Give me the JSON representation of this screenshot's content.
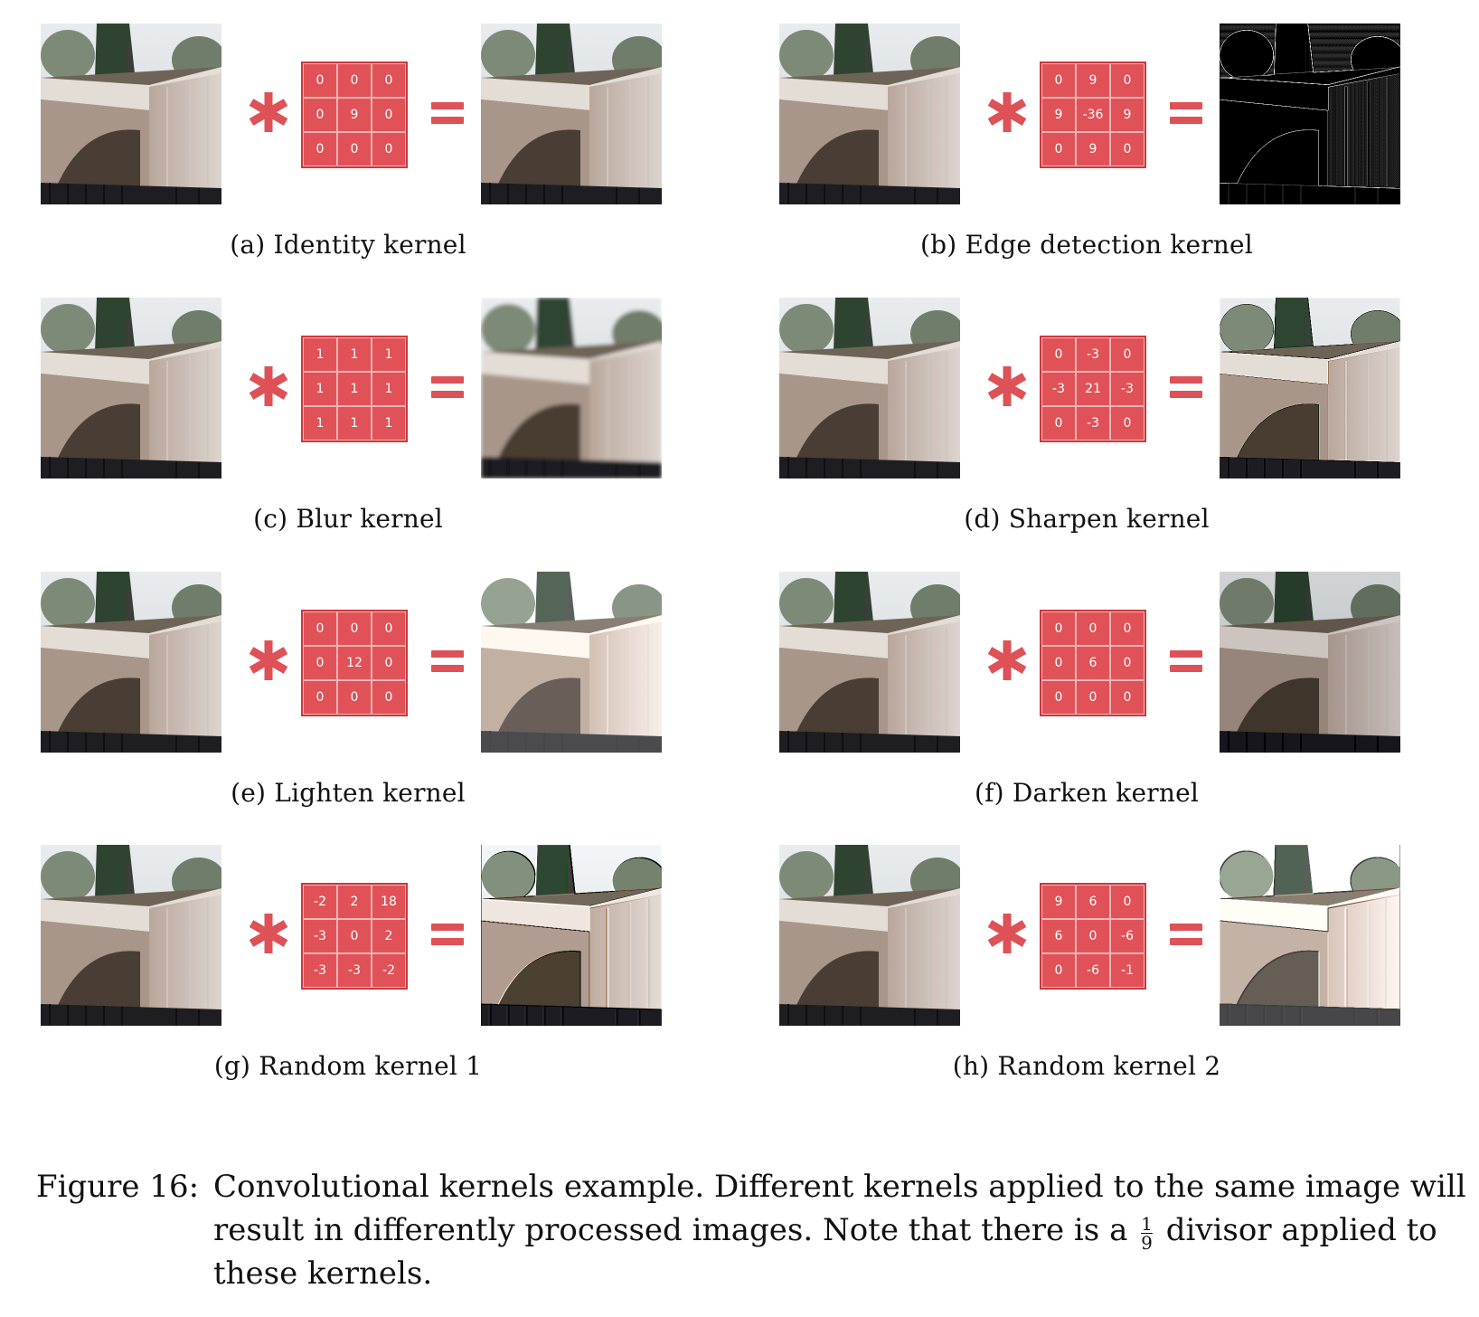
{
  "panels": [
    {
      "label": "(a) Identity kernel",
      "kernel": [
        "0",
        "0",
        "0",
        "0",
        "9",
        "0",
        "0",
        "0",
        "0"
      ],
      "output_effect": "identity"
    },
    {
      "label": "(b) Edge detection kernel",
      "kernel": [
        "0",
        "9",
        "0",
        "9",
        "-36",
        "9",
        "0",
        "9",
        "0"
      ],
      "output_effect": "edges"
    },
    {
      "label": "(c) Blur kernel",
      "kernel": [
        "1",
        "1",
        "1",
        "1",
        "1",
        "1",
        "1",
        "1",
        "1"
      ],
      "output_effect": "blur"
    },
    {
      "label": "(d) Sharpen kernel",
      "kernel": [
        "0",
        "-3",
        "0",
        "-3",
        "21",
        "-3",
        "0",
        "-3",
        "0"
      ],
      "output_effect": "sharpen"
    },
    {
      "label": "(e) Lighten kernel",
      "kernel": [
        "0",
        "0",
        "0",
        "0",
        "12",
        "0",
        "0",
        "0",
        "0"
      ],
      "output_effect": "lighten"
    },
    {
      "label": "(f) Darken kernel",
      "kernel": [
        "0",
        "0",
        "0",
        "0",
        "6",
        "0",
        "0",
        "0",
        "0"
      ],
      "output_effect": "darken"
    },
    {
      "label": "(g) Random kernel 1",
      "kernel": [
        "-2",
        "2",
        "18",
        "-3",
        "0",
        "2",
        "-3",
        "-3",
        "-2"
      ],
      "output_effect": "random1"
    },
    {
      "label": "(h) Random kernel 2",
      "kernel": [
        "9",
        "6",
        "0",
        "6",
        "0",
        "-6",
        "0",
        "-6",
        "-1"
      ],
      "output_effect": "random2"
    }
  ],
  "caption": {
    "lead": "Figure 16:",
    "line1": "Convolutional kernels example. Different kernels applied to the same image will",
    "line2_before": "result in differently processed images. Note that there is a",
    "frac_num": "1",
    "frac_den": "9",
    "line2_after": "divisor applied to",
    "line3": "these kernels."
  },
  "colors": {
    "kernel_fill": "#e05257",
    "operator": "#dd5157"
  }
}
